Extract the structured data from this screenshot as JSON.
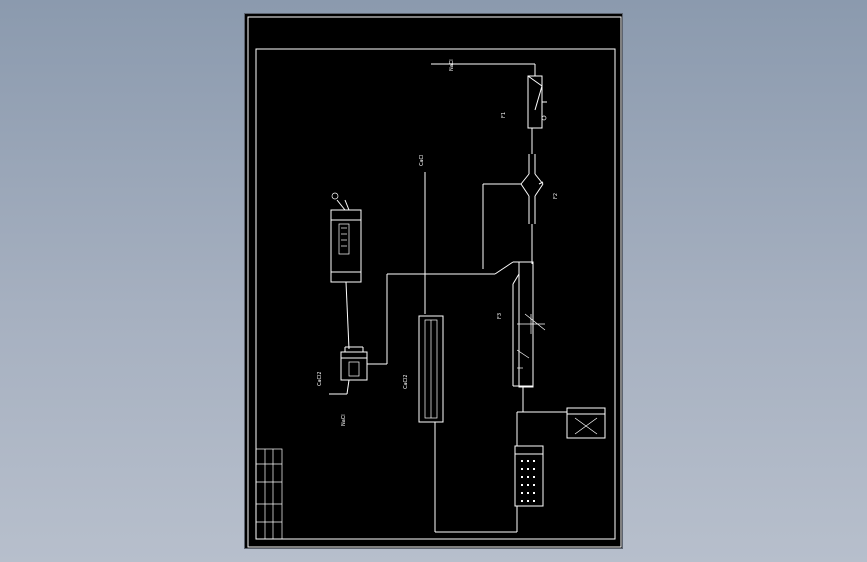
{
  "colors": {
    "background": "#9aa6b8",
    "sheet": "#000000",
    "line": "#ffffff"
  },
  "labels": {
    "top_flow": "NaCl",
    "right_top_tank": "F1",
    "upper_mixer": "F2",
    "left_upper_equipment": "",
    "center_vertical": "CaCl",
    "main_separator": "F3",
    "left_lower_tank": "CaCl2",
    "center_pipe": "CaCl2",
    "right_lower_tank": "",
    "bottom_filter": "",
    "left_feed": "NaCl"
  },
  "title_block": {
    "row1": "",
    "row2": "",
    "row3": ""
  }
}
